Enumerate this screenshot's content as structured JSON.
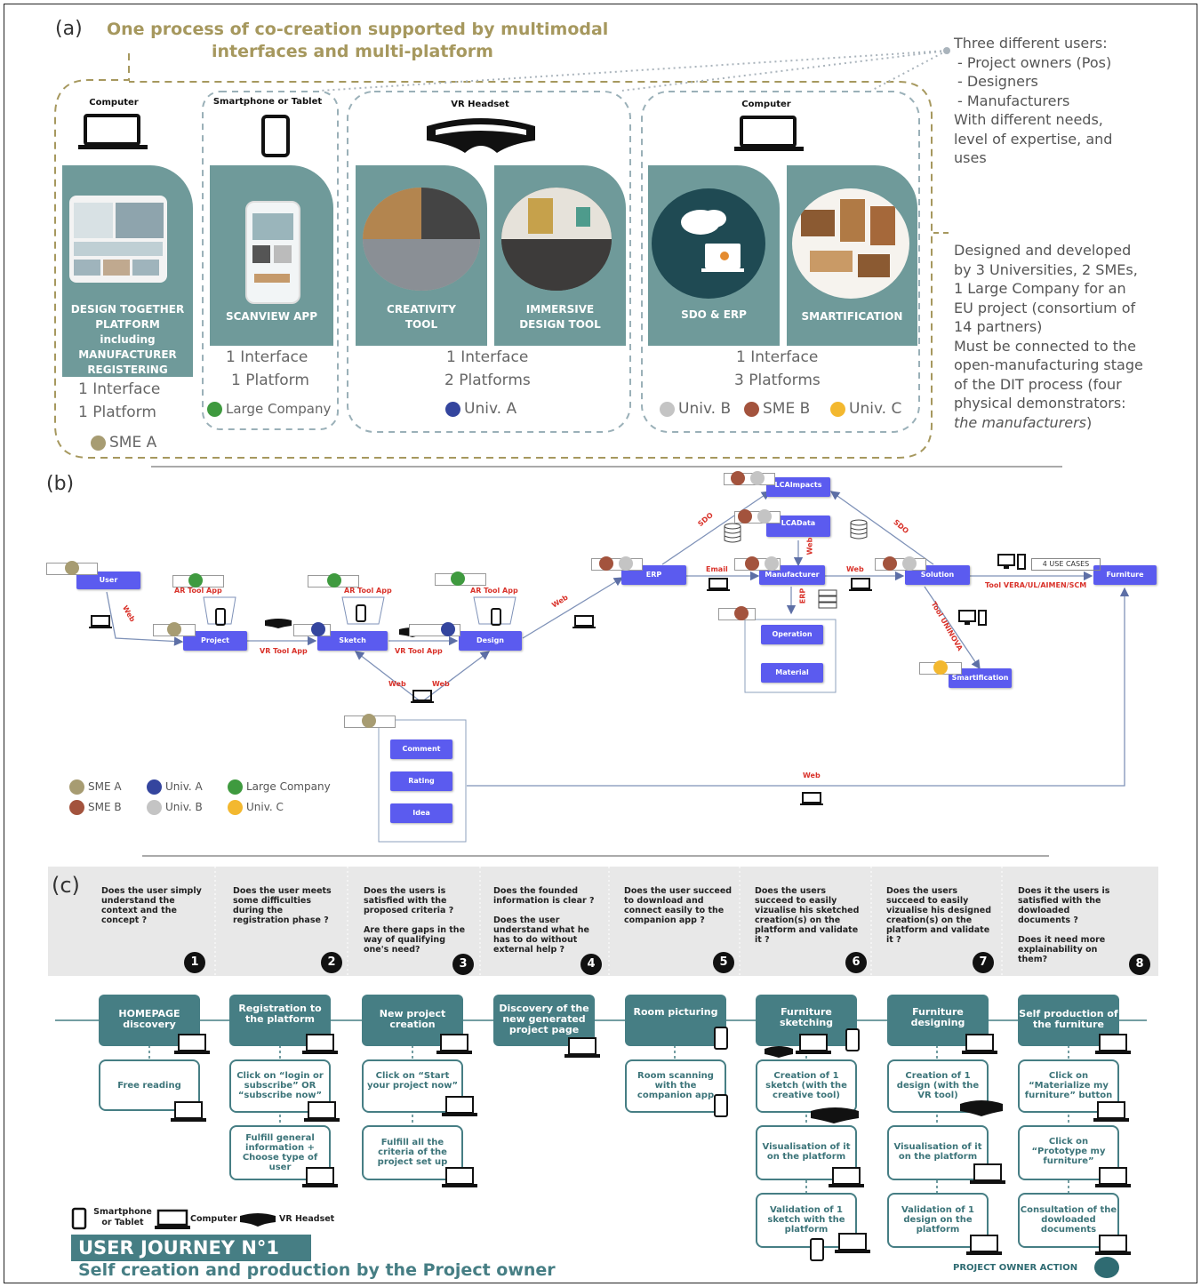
{
  "panel_a": {
    "letter": "(a)",
    "title_line1": "One process of co-creation supported by multimodal",
    "title_line2": "interfaces and multi-platform",
    "devices": {
      "computer1": "Computer",
      "smartphone": "Smartphone or Tablet",
      "vr": "VR Headset",
      "computer2": "Computer"
    },
    "cards": [
      {
        "title": "DESIGN TOGETHER PLATFORM including MANUFACTURER REGISTERING",
        "l1": "DESIGN TOGETHER",
        "l2": "PLATFORM",
        "l3": "including",
        "l4": "MANUFACTURER",
        "l5": "REGISTERING"
      },
      {
        "title": "SCANVIEW APP"
      },
      {
        "l1": "CREATIVITY",
        "l2": "TOOL"
      },
      {
        "l1": "IMMERSIVE",
        "l2": "DESIGN TOOL"
      },
      {
        "title": "SDO & ERP"
      },
      {
        "title": "SMARTIFICATION"
      }
    ],
    "counts": {
      "g1_l1": "1 Interface",
      "g1_l2": "1 Platform",
      "g2_l1": "1 Interface",
      "g2_l2": "1 Platform",
      "g3_l1": "1 Interface",
      "g3_l2": "2 Platforms",
      "g4_l1": "1 Interface",
      "g4_l2": "3 Platforms"
    },
    "partners": {
      "sme_a": "SME A",
      "large": "Large Company",
      "univ_a": "Univ. A",
      "univ_b": "Univ. B",
      "sme_b": "SME B",
      "univ_c": "Univ. C"
    },
    "users_text": {
      "l1": "Three different users:",
      "l2": "- Project owners (Pos)",
      "l3": "- Designers",
      "l4": "- Manufacturers",
      "l5": "With different needs,",
      "l6": "level of expertise, and",
      "l7": "uses"
    },
    "designed_text": {
      "l1": "Designed and developed",
      "l2": "by 3 Universities, 2 SMEs,",
      "l3": "1 Large Company for an",
      "l4": "EU project (consortium of",
      "l5": "14 partners)",
      "l6": "Must be connected to the",
      "l7": "open-manufacturing stage",
      "l8": "of the DIT process (four",
      "l9": "physical demonstrators:",
      "l10a": "the manufacturers",
      "l10b": ")"
    }
  },
  "panel_b": {
    "letter": "(b)",
    "nodes": {
      "user": "User",
      "project": "Project",
      "sketch": "Sketch",
      "design": "Design",
      "erp": "ERP",
      "lcaimpacts": "LCAImpacts",
      "lcadata": "LCAData",
      "manufacturer": "Manufacturer",
      "solution": "Solution",
      "furniture": "Furniture",
      "operation": "Operation",
      "material": "Material",
      "smartification": "Smartification",
      "comment": "Comment",
      "rating": "Rating",
      "idea": "Idea"
    },
    "edge_labels": {
      "web": "Web",
      "ar": "AR Tool App",
      "vr": "VR Tool App",
      "email": "Email",
      "sdo": "SDO",
      "erp": "ERP",
      "tool_uninova": "Tool UNINOVA",
      "tool_vera": "Tool VERA/UL/AIMEN/SCM",
      "use_cases": "4 USE CASES"
    },
    "legend": {
      "sme_a": "SME A",
      "univ_a": "Univ. A",
      "large": "Large Company",
      "sme_b": "SME B",
      "univ_b": "Univ. B",
      "univ_c": "Univ. C"
    },
    "colors": {
      "sme_a": "#a79c72",
      "univ_a": "#34459e",
      "large": "#3f9a3f",
      "sme_b": "#a3533d",
      "univ_b": "#c4c4c4",
      "univ_c": "#f3b82f"
    }
  },
  "panel_c": {
    "letter": "(c)",
    "questions": [
      {
        "num": "1",
        "text": "Does the user simply understand the context and the concept ?"
      },
      {
        "num": "2",
        "text": "Does the user meets some difficulties during the registration phase ?"
      },
      {
        "num": "3",
        "text": "Does the users is satisfied with the proposed criteria ?",
        "text2": "Are there gaps in the way of qualifying one's need?"
      },
      {
        "num": "4",
        "text": "Does the founded information is clear ?",
        "text2": "Does the user understand what he has to do without external help ?"
      },
      {
        "num": "5",
        "text": "Does the user succeed to download and connect easily to the companion app ?"
      },
      {
        "num": "6",
        "text": "Does the users succeed to easily vizualise his sketched creation(s) on the platform and validate it ?"
      },
      {
        "num": "7",
        "text": "Does the users succeed to easily vizualise his designed creation(s) on the platform and validate it ?"
      },
      {
        "num": "8",
        "text": "Does it the users is satisfied with the dowloaded documents ?",
        "text2": "Does it need more explainability on them?"
      }
    ],
    "steps": [
      "HOMEPAGE discovery",
      "Registration to the platform",
      "New project creation",
      "Discovery of the new generated project page",
      "Room picturing",
      "Furniture sketching",
      "Furniture designing",
      "Self production of the furniture"
    ],
    "actions": {
      "a1": "Free reading",
      "a2a": "Click on “login or subscribe” OR “subscribe now”",
      "a2b": "Fulfill general information + Choose type of user",
      "a3a": "Click on “Start your project now”",
      "a3b": "Fulfill all the criteria of the project set up",
      "a5": "Room scanning with the companion app",
      "a6a": "Creation of 1 sketch (with the creative tool)",
      "a6b": "Visualisation of it on the platform",
      "a6c": "Validation of 1 sketch with the platform",
      "a7a": "Creation of 1 design (with the VR tool)",
      "a7b": "Visualisation of it on the platform",
      "a7c": "Validation of 1 design on the platform",
      "a8a": "Click on “Materialize my furniture” button",
      "a8b": "Click on “Prototype my furniture”",
      "a8c": "Consultation of the dowloaded documents"
    },
    "legend": {
      "phone": "Smartphone or Tablet",
      "computer": "Computer",
      "vr": "VR Headset"
    },
    "journey_title": "USER JOURNEY N°1",
    "journey_subtitle": "Self creation and production by the Project owner",
    "po_action": "PROJECT OWNER ACTION"
  }
}
